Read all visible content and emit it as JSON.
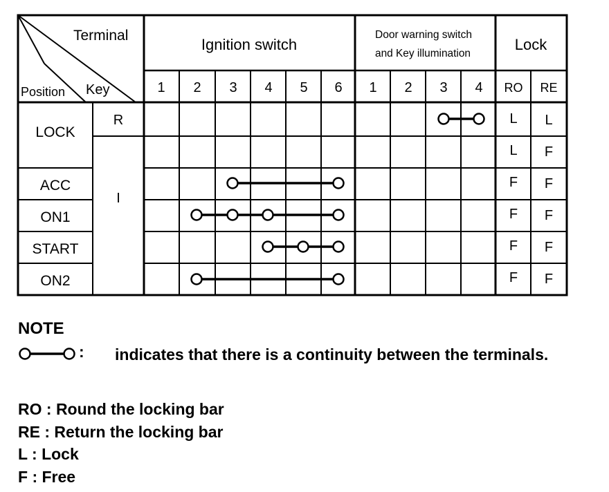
{
  "header": {
    "terminal": "Terminal",
    "position": "Position",
    "key": "Key",
    "ignition": "Ignition switch",
    "door_line1": "Door warning switch",
    "door_line2": "and Key illumination",
    "lock": "Lock"
  },
  "terminals": [
    "1",
    "2",
    "3",
    "4",
    "5",
    "6",
    "1",
    "2",
    "3",
    "4",
    "RO",
    "RE"
  ],
  "rows": [
    {
      "position": "LOCK",
      "key": "R",
      "continuity": [
        {
          "group": "door",
          "from": "3",
          "to": "4"
        }
      ],
      "ro": "L",
      "re": "L"
    },
    {
      "position": "",
      "key": "",
      "continuity": [],
      "ro": "L",
      "re": "F"
    },
    {
      "position": "ACC",
      "key": "I",
      "continuity": [
        {
          "group": "ignition",
          "from": "3",
          "to": "6"
        }
      ],
      "ro": "F",
      "re": "F"
    },
    {
      "position": "ON1",
      "key": "",
      "continuity": [
        {
          "group": "ignition",
          "from": "2",
          "via": [
            "3",
            "4"
          ],
          "to": "6"
        }
      ],
      "ro": "F",
      "re": "F"
    },
    {
      "position": "START",
      "key": "",
      "continuity": [
        {
          "group": "ignition",
          "from": "4",
          "via": [
            "5"
          ],
          "to": "6"
        }
      ],
      "ro": "F",
      "re": "F"
    },
    {
      "position": "ON2",
      "key": "",
      "continuity": [
        {
          "group": "ignition",
          "from": "2",
          "to": "6"
        }
      ],
      "ro": "F",
      "re": "F"
    }
  ],
  "note": {
    "title": "NOTE",
    "symbol_colon": ":",
    "symbol_text": "indicates that there is a continuity between the terminals.",
    "legend": [
      "RO : Round the locking bar",
      "RE : Return the locking bar",
      "L : Lock",
      "F : Free"
    ]
  }
}
